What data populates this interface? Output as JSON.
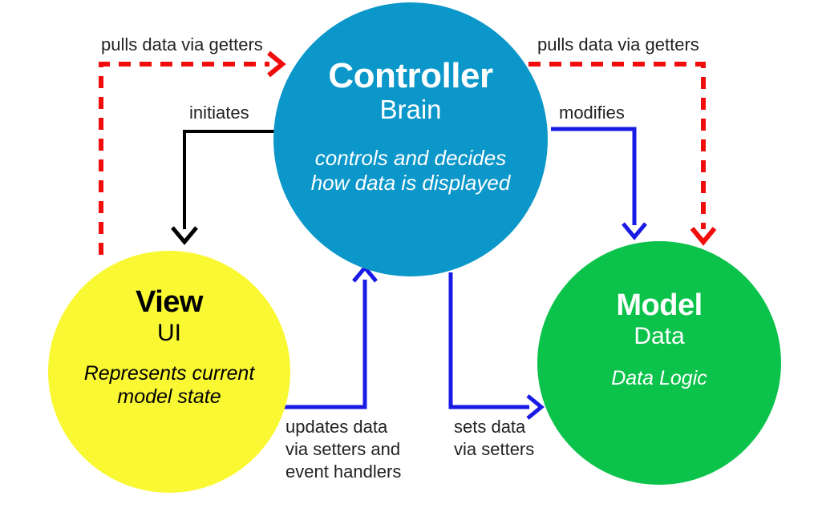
{
  "diagram": {
    "type": "mvc-architecture-diagram",
    "background": "#ffffff",
    "nodes": [
      {
        "id": "controller",
        "title": "Controller",
        "subtitle": "Brain",
        "description": "controls and decides how data is displayed",
        "description_line1": "controls and decides",
        "description_line2": "how data is displayed",
        "fill": "#0b97c9",
        "text_color": "#ffffff"
      },
      {
        "id": "view",
        "title": "View",
        "subtitle": "UI",
        "description": "Represents current model state",
        "description_line1": "Represents current",
        "description_line2": "model state",
        "fill": "#faf833",
        "text_color": "#000000"
      },
      {
        "id": "model",
        "title": "Model",
        "subtitle": "Data",
        "description": "Data Logic",
        "description_line1": "Data Logic",
        "description_line2": "",
        "fill": "#0bc24a",
        "text_color": "#ffffff"
      }
    ],
    "edges": [
      {
        "id": "pulls-left",
        "label": "pulls data via getters",
        "from": "view",
        "to": "controller",
        "color": "#f20d0d",
        "style": "dashed"
      },
      {
        "id": "pulls-right",
        "label": "pulls data via getters",
        "from": "controller",
        "to": "model",
        "color": "#f20d0d",
        "style": "dashed"
      },
      {
        "id": "initiates",
        "label": "initiates",
        "from": "controller",
        "to": "view",
        "color": "#000000",
        "style": "solid"
      },
      {
        "id": "modifies",
        "label": "modifies",
        "from": "controller",
        "to": "model",
        "color": "#1a1ae6",
        "style": "solid"
      },
      {
        "id": "updates",
        "label": "updates data via setters and event handlers",
        "label_line1": "updates data",
        "label_line2": "via setters and",
        "label_line3": "event handlers",
        "from": "view",
        "to": "controller",
        "color": "#1a1ae6",
        "style": "solid"
      },
      {
        "id": "sets",
        "label": "sets data via setters",
        "label_line1": "sets data",
        "label_line2": "via setters",
        "label_line3": "",
        "from": "controller",
        "to": "model",
        "color": "#1a1ae6",
        "style": "solid"
      }
    ]
  }
}
